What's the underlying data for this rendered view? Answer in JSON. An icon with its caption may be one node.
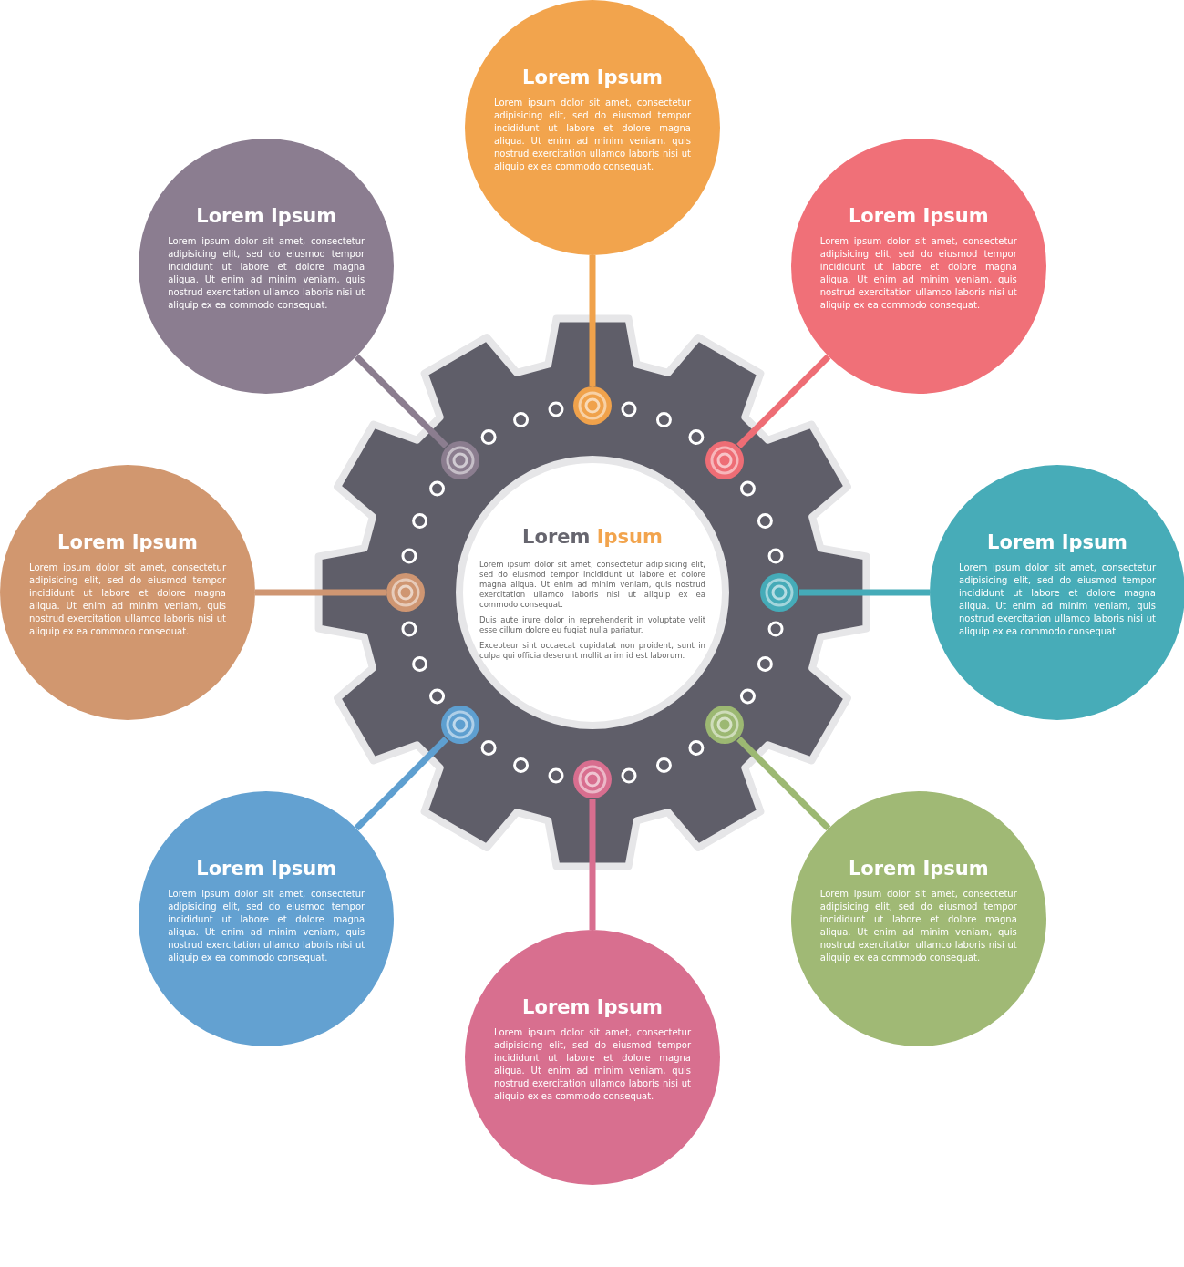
{
  "diagram": {
    "nodes": [
      {
        "text": [],
        "shape": "gear"
      },
      {
        "text": [
          "Lorem Ipsum",
          "Lorem ipsum dolor sit amet, consectetur adipisicing elit, sed do eiusmod tempor incididunt ut labore et dolore magna aliqua. Ut enim ad minim veniam, quis nostrud exercitation ullamco laboris nisi ut aliquip ex ea commodo consequat.",
          "Duis aute irure dolor in reprehenderit in voluptate velit esse cillum dolore eu fugiat nulla pariatur.",
          "Excepteur sint occaecat cupidatat non proident, sunt in culpa qui officia deserunt mollit anim id est laborum."
        ],
        "in": 0
      },
      {
        "text": [
          "Lorem Ipsum",
          "Lorem ipsum dolor sit amet, consectetur adipisicing elit, sed do eiusmod tempor incididunt ut labore et dolore magna aliqua. Ut enim ad minim veniam, quis nostrud exercitation ullamco laboris nisi ut aliquip ex ea commodo consequat."
        ]
      },
      {
        "text": [
          "Lorem Ipsum",
          "Lorem ipsum dolor sit amet, consectetur adipisicing elit, sed do eiusmod tempor incididunt ut labore et dolore magna aliqua. Ut enim ad minim veniam, quis nostrud exercitation ullamco laboris nisi ut aliquip ex ea commodo consequat."
        ]
      },
      {
        "text": [
          "Lorem Ipsum",
          "Lorem ipsum dolor sit amet, consectetur adipisicing elit, sed do eiusmod tempor incididunt ut labore et dolore magna aliqua. Ut enim ad minim veniam, quis nostrud exercitation ullamco laboris nisi ut aliquip ex ea commodo consequat."
        ]
      },
      {
        "text": [
          "Lorem Ipsum",
          "Lorem ipsum dolor sit amet, consectetur adipisicing elit, sed do eiusmod tempor incididunt ut labore et dolore magna aliqua. Ut enim ad minim veniam, quis nostrud exercitation ullamco laboris nisi ut aliquip ex ea commodo consequat."
        ]
      },
      {
        "text": [
          "Lorem Ipsum",
          "Lorem ipsum dolor sit amet, consectetur adipisicing elit, sed do eiusmod tempor incididunt ut labore et dolore magna aliqua. Ut enim ad minim veniam, quis nostrud exercitation ullamco laboris nisi ut aliquip ex ea commodo consequat."
        ]
      },
      {
        "text": [
          "Lorem Ipsum",
          "Lorem ipsum dolor sit amet, consectetur adipisicing elit, sed do eiusmod tempor incididunt ut labore et dolore magna aliqua. Ut enim ad minim veniam, quis nostrud exercitation ullamco laboris nisi ut aliquip ex ea commodo consequat."
        ]
      },
      {
        "text": [
          "Lorem Ipsum",
          "Lorem ipsum dolor sit amet, consectetur adipisicing elit, sed do eiusmod tempor incididunt ut labore et dolore magna aliqua. Ut enim ad minim veniam, quis nostrud exercitation ullamco laboris nisi ut aliquip ex ea commodo consequat."
        ]
      },
      {
        "text": [
          "Lorem Ipsum",
          "Lorem ipsum dolor sit amet, consectetur adipisicing elit, sed do eiusmod tempor incididunt ut labore et dolore magna aliqua. Ut enim ad minim veniam, quis nostrud exercitation ullamco laboris nisi ut aliquip ex ea commodo consequat."
        ]
      },
      {
        "text": [],
        "shape": "circle",
        "in": 0
      },
      {
        "text": [],
        "shape": "circle",
        "in": 0
      },
      {
        "text": [],
        "shape": "circle",
        "in": 0
      },
      {
        "text": [],
        "shape": "circle",
        "in": 0
      },
      {
        "text": [],
        "shape": "circle",
        "in": 0
      },
      {
        "text": [],
        "shape": "circle",
        "in": 0
      },
      {
        "text": [],
        "shape": "circle",
        "in": 0
      },
      {
        "text": [],
        "shape": "circle",
        "in": 0
      }
    ],
    "edges": [
      {
        "from": 2,
        "to": 10,
        "arrow": "none",
        "color": "#f0a24b"
      },
      {
        "from": 3,
        "to": 11,
        "arrow": "none",
        "color": "#8b7d8f"
      },
      {
        "from": 4,
        "to": 12,
        "arrow": "none",
        "color": "#ee6d75"
      },
      {
        "from": 5,
        "to": 13,
        "arrow": "none",
        "color": "#cf9672"
      },
      {
        "from": 6,
        "to": 14,
        "arrow": "none",
        "color": "#45abb8"
      },
      {
        "from": 7,
        "to": 15,
        "arrow": "none",
        "color": "#5e9fd0"
      },
      {
        "from": 8,
        "to": 16,
        "arrow": "none",
        "color": "#9cb872"
      },
      {
        "from": 9,
        "to": 17,
        "arrow": "none",
        "color": "#d86e8f"
      }
    ]
  }
}
